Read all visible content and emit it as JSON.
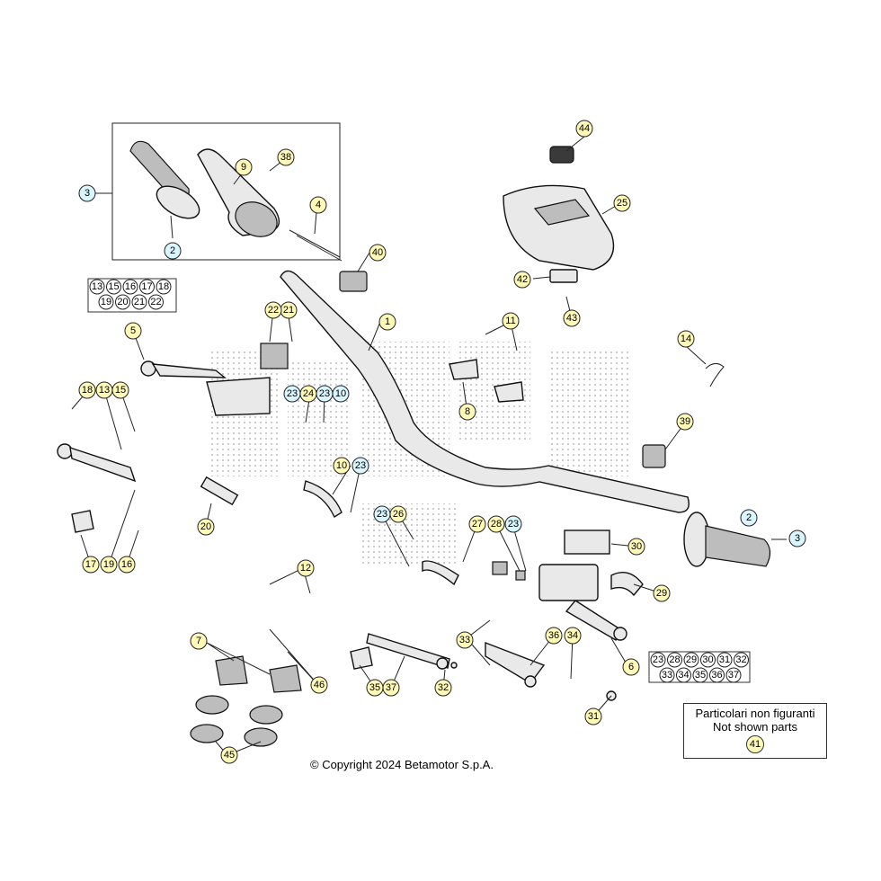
{
  "diagram": {
    "callouts": [
      {
        "id": "c1",
        "label": "1",
        "style": "y"
      },
      {
        "id": "c2a",
        "label": "2",
        "style": "b"
      },
      {
        "id": "c2b",
        "label": "2",
        "style": "b"
      },
      {
        "id": "c3a",
        "label": "3",
        "style": "b"
      },
      {
        "id": "c3b",
        "label": "3",
        "style": "b"
      },
      {
        "id": "c4",
        "label": "4",
        "style": "y"
      },
      {
        "id": "c5",
        "label": "5",
        "style": "y"
      },
      {
        "id": "c6",
        "label": "6",
        "style": "y"
      },
      {
        "id": "c7",
        "label": "7",
        "style": "y"
      },
      {
        "id": "c8",
        "label": "8",
        "style": "y"
      },
      {
        "id": "c9",
        "label": "9",
        "style": "y"
      },
      {
        "id": "c10a",
        "label": "10",
        "style": "y"
      },
      {
        "id": "c10b",
        "label": "10",
        "style": "b"
      },
      {
        "id": "c11",
        "label": "11",
        "style": "y"
      },
      {
        "id": "c12",
        "label": "12",
        "style": "y"
      },
      {
        "id": "c13",
        "label": "13",
        "style": "y"
      },
      {
        "id": "c14",
        "label": "14",
        "style": "y"
      },
      {
        "id": "c15",
        "label": "15",
        "style": "y"
      },
      {
        "id": "c16",
        "label": "16",
        "style": "y"
      },
      {
        "id": "c17",
        "label": "17",
        "style": "y"
      },
      {
        "id": "c18",
        "label": "18",
        "style": "y"
      },
      {
        "id": "c19",
        "label": "19",
        "style": "y"
      },
      {
        "id": "c20",
        "label": "20",
        "style": "y"
      },
      {
        "id": "c21",
        "label": "21",
        "style": "y"
      },
      {
        "id": "c22",
        "label": "22",
        "style": "y"
      },
      {
        "id": "c23a",
        "label": "23",
        "style": "b"
      },
      {
        "id": "c23b",
        "label": "23",
        "style": "b"
      },
      {
        "id": "c23c",
        "label": "23",
        "style": "b"
      },
      {
        "id": "c23d",
        "label": "23",
        "style": "b"
      },
      {
        "id": "c23e",
        "label": "23",
        "style": "b"
      },
      {
        "id": "c24",
        "label": "24",
        "style": "y"
      },
      {
        "id": "c25",
        "label": "25",
        "style": "y"
      },
      {
        "id": "c26",
        "label": "26",
        "style": "y"
      },
      {
        "id": "c27",
        "label": "27",
        "style": "y"
      },
      {
        "id": "c28",
        "label": "28",
        "style": "y"
      },
      {
        "id": "c29",
        "label": "29",
        "style": "y"
      },
      {
        "id": "c30",
        "label": "30",
        "style": "y"
      },
      {
        "id": "c31",
        "label": "31",
        "style": "y"
      },
      {
        "id": "c32",
        "label": "32",
        "style": "y"
      },
      {
        "id": "c33",
        "label": "33",
        "style": "y"
      },
      {
        "id": "c34",
        "label": "34",
        "style": "y"
      },
      {
        "id": "c35",
        "label": "35",
        "style": "y"
      },
      {
        "id": "c36",
        "label": "36",
        "style": "y"
      },
      {
        "id": "c37",
        "label": "37",
        "style": "y"
      },
      {
        "id": "c38",
        "label": "38",
        "style": "y"
      },
      {
        "id": "c39",
        "label": "39",
        "style": "y"
      },
      {
        "id": "c40",
        "label": "40",
        "style": "y"
      },
      {
        "id": "c42",
        "label": "42",
        "style": "y"
      },
      {
        "id": "c43",
        "label": "43",
        "style": "y"
      },
      {
        "id": "c44",
        "label": "44",
        "style": "y"
      },
      {
        "id": "c45",
        "label": "45",
        "style": "y"
      },
      {
        "id": "c46",
        "label": "46",
        "style": "y"
      }
    ],
    "kits": [
      {
        "id": "kit5",
        "rows": [
          [
            "13",
            "15",
            "16",
            "17",
            "18"
          ],
          [
            "19",
            "20",
            "21",
            "22"
          ]
        ]
      },
      {
        "id": "kit6",
        "rows": [
          [
            "23",
            "28",
            "29",
            "30",
            "31",
            "32"
          ],
          [
            "33",
            "34",
            "35",
            "36",
            "37"
          ]
        ]
      }
    ],
    "note": {
      "line1": "Particolari non figuranti",
      "line2": "Not shown parts",
      "number": "41"
    },
    "copyright": "© Copyright 2024 Betamotor S.p.A."
  }
}
